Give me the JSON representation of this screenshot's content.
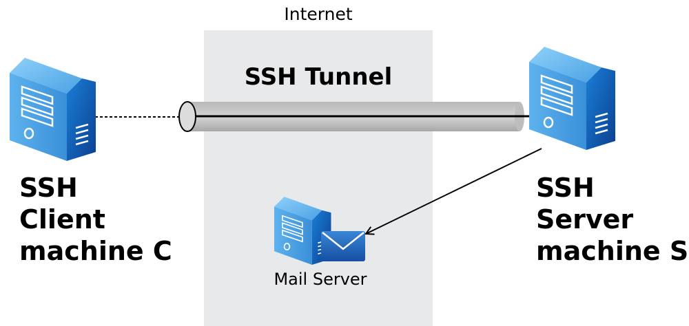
{
  "internet": {
    "label": "Internet"
  },
  "tunnel": {
    "label": "SSH Tunnel"
  },
  "client": {
    "lines": [
      "SSH",
      "Client",
      "machine C"
    ]
  },
  "server": {
    "lines": [
      "SSH",
      "Server",
      "machine S"
    ]
  },
  "mail_server": {
    "label": "Mail Server"
  },
  "colors": {
    "internet_zone": "#e8e9eb",
    "tunnel_body": "#c8c8c8",
    "server_blue": "#1565c0",
    "server_light": "#4fa3e6"
  },
  "icons": [
    "server-icon",
    "mail-envelope-icon"
  ]
}
